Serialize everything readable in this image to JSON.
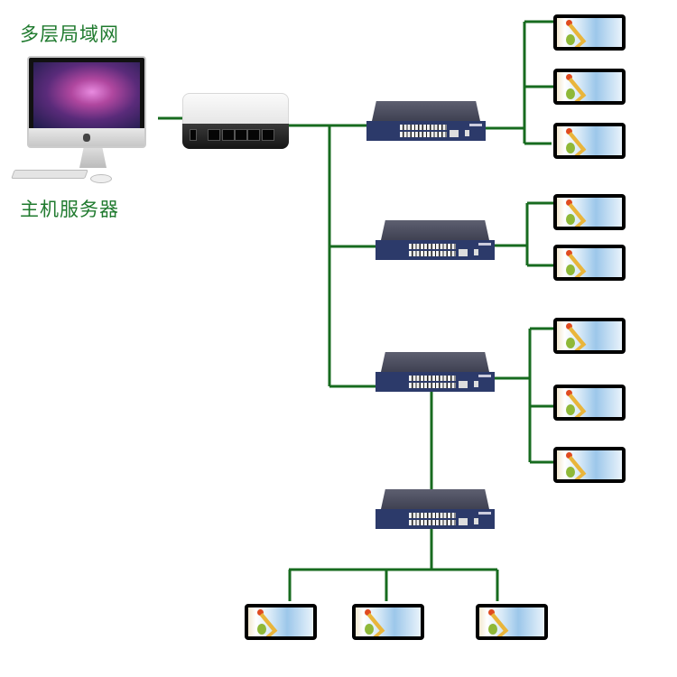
{
  "diagram": {
    "title": "多层局域网",
    "server_label": "主机服务器",
    "line_color": "#176b1f",
    "title_color": "#1f7a2e",
    "nodes": {
      "server": {
        "type": "desktop-computer",
        "label": "主机服务器"
      },
      "router": {
        "type": "broadband-router",
        "ports": 5
      },
      "switches": [
        {
          "id": "switch-1",
          "type": "network-switch",
          "clients": 3
        },
        {
          "id": "switch-2",
          "type": "network-switch",
          "clients": 2
        },
        {
          "id": "switch-3",
          "type": "network-switch",
          "clients": 3,
          "downlink": "switch-4"
        },
        {
          "id": "switch-4",
          "type": "network-switch",
          "clients": 3
        }
      ]
    },
    "edges": [
      [
        "server",
        "router"
      ],
      [
        "router",
        "switch-1"
      ],
      [
        "router",
        "switch-2"
      ],
      [
        "router",
        "switch-3"
      ],
      [
        "switch-3",
        "switch-4"
      ]
    ]
  }
}
